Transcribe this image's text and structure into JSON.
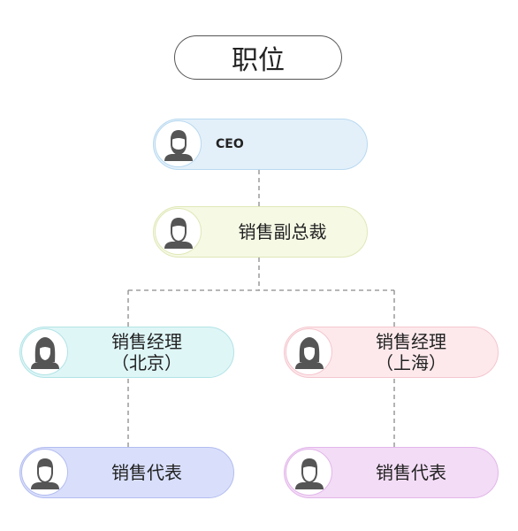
{
  "title": "职位",
  "nodes": {
    "ceo": {
      "label": "CEO",
      "icon": "male-beard-avatar-icon",
      "fill": "#e3f0fa",
      "border": "#b9d9f0"
    },
    "vp": {
      "label": "销售副总裁",
      "icon": "male-avatar-icon",
      "fill": "#f6f9e4",
      "border": "#dfe8b8"
    },
    "manager_beijing": {
      "label": "销售经理",
      "sub": "（北京）",
      "icon": "female-avatar-icon",
      "fill": "#dff6f7",
      "border": "#b2e3e6"
    },
    "manager_shanghai": {
      "label": "销售经理",
      "sub": "（上海）",
      "icon": "female-avatar-icon",
      "fill": "#fde9ec",
      "border": "#f4c6ce"
    },
    "rep_left": {
      "label": "销售代表",
      "icon": "male-avatar-icon",
      "fill": "#d9dffb",
      "border": "#b3bdf0"
    },
    "rep_right": {
      "label": "销售代表",
      "icon": "male-avatar-icon",
      "fill": "#f3dcf6",
      "border": "#e2b6ea"
    }
  }
}
